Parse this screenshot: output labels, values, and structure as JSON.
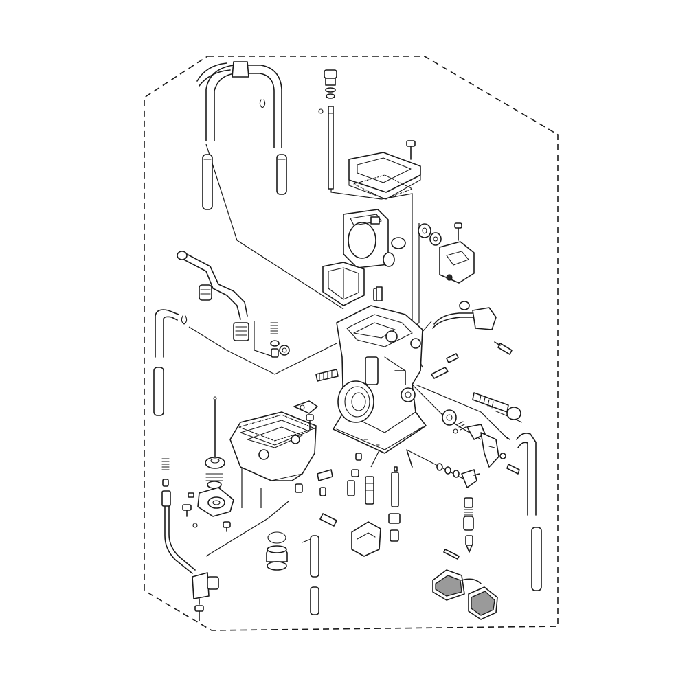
{
  "diagram": {
    "kind": "exploded-parts-view",
    "border_style": "dashed",
    "line_color": "#1a1a1a",
    "background": "#ffffff"
  },
  "parts": [
    {
      "name": "vent-hose-loop-top"
    },
    {
      "name": "vent-hose-segment-left"
    },
    {
      "name": "vent-hose-segment-right"
    },
    {
      "name": "hose-clip-top"
    },
    {
      "name": "top-cap-bolt"
    },
    {
      "name": "top-cap-washer"
    },
    {
      "name": "top-cap-collar"
    },
    {
      "name": "adjuster-rod"
    },
    {
      "name": "top-cover"
    },
    {
      "name": "top-cover-gasket"
    },
    {
      "name": "top-cover-screw"
    },
    {
      "name": "throttle-valve-plate"
    },
    {
      "name": "throttle-valve-seal"
    },
    {
      "name": "throttle-roller"
    },
    {
      "name": "diaphragm-plate"
    },
    {
      "name": "washer-pair-right"
    },
    {
      "name": "pulley-bracket"
    },
    {
      "name": "bracket-screw"
    },
    {
      "name": "fuel-inlet-elbow"
    },
    {
      "name": "fuel-inlet-filter"
    },
    {
      "name": "spring-set-left"
    },
    {
      "name": "o-ring-left"
    },
    {
      "name": "overflow-hose-left"
    },
    {
      "name": "hose-clip-left"
    },
    {
      "name": "carburetor-body"
    },
    {
      "name": "intake-bell"
    },
    {
      "name": "throttle-stop-screw"
    },
    {
      "name": "idle-screw"
    },
    {
      "name": "hot-start-plunger"
    },
    {
      "name": "hot-start-cable"
    },
    {
      "name": "hot-start-cap"
    },
    {
      "name": "cable-bolt"
    },
    {
      "name": "accelerator-pump-cover"
    },
    {
      "name": "pump-lever"
    },
    {
      "name": "lever-washer"
    },
    {
      "name": "breather-hose-right"
    },
    {
      "name": "o-ring-set-right"
    },
    {
      "name": "drain-fitting"
    },
    {
      "name": "float-bowl"
    },
    {
      "name": "float-bowl-gasket"
    },
    {
      "name": "float-bowl-plate"
    },
    {
      "name": "plate-screw"
    },
    {
      "name": "jet-needle"
    },
    {
      "name": "needle-retainer"
    },
    {
      "name": "float-spring"
    },
    {
      "name": "pump-spring"
    },
    {
      "name": "pump-diaphragm"
    },
    {
      "name": "pump-cover-screws"
    },
    {
      "name": "drain-plug"
    },
    {
      "name": "drain-plug-o-ring"
    },
    {
      "name": "drain-hose-center"
    },
    {
      "name": "push-rod-cable"
    },
    {
      "name": "cable-bracket"
    },
    {
      "name": "bracket-bolt"
    },
    {
      "name": "main-jet"
    },
    {
      "name": "needle-jet"
    },
    {
      "name": "pilot-jet"
    },
    {
      "name": "starter-jet"
    },
    {
      "name": "float"
    },
    {
      "name": "float-pin"
    },
    {
      "name": "needle-valve"
    },
    {
      "name": "needle-valve-seat"
    },
    {
      "name": "rubber-boot-left"
    },
    {
      "name": "rubber-boot-right"
    },
    {
      "name": "drain-hose-right"
    }
  ]
}
